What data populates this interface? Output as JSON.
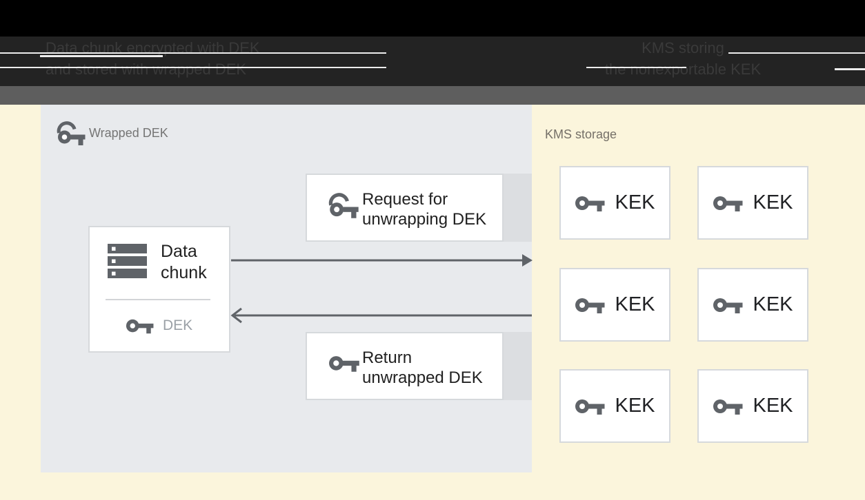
{
  "header": {
    "left_caption": {
      "line1": "Data chunk encrypted with DEK",
      "line2": "and stored with wrapped DEK"
    },
    "right_caption": {
      "line1": "KMS storing",
      "line2": "the nonexportable KEK"
    }
  },
  "panel": {
    "title": "Wrapped DEK",
    "title_icon": "wrapped-key-icon",
    "data_chunk_box": {
      "icon": "data-chunk-stack-icon",
      "line1": "Data",
      "line2": "chunk",
      "dek": {
        "icon": "key-icon",
        "label": "DEK"
      }
    },
    "request_box": {
      "icon": "wrapped-key-icon",
      "line1": "Request for",
      "line2": "unwrapping DEK"
    },
    "return_box": {
      "icon": "key-icon",
      "line1": "Return",
      "line2": "unwrapped DEK"
    },
    "arrows": {
      "request_direction": "right",
      "return_direction": "left"
    }
  },
  "kms": {
    "title": "KMS storage",
    "keks": [
      "KEK",
      "KEK",
      "KEK",
      "KEK",
      "KEK",
      "KEK"
    ]
  },
  "colors": {
    "background": "#FBF5DC",
    "panel": "#E8EAED",
    "panel_shadow_strip": "#DCDEE1",
    "box_border": "#D6D9DC",
    "icon_gray": "#5F6368",
    "text_dark": "#212121",
    "text_muted": "#757575",
    "dek_text": "#9AA0A6",
    "header_black": "#000000",
    "caption_band": "#232323",
    "caption_text": "#3A3A3A",
    "gray_bar": "#5E5E5E"
  }
}
